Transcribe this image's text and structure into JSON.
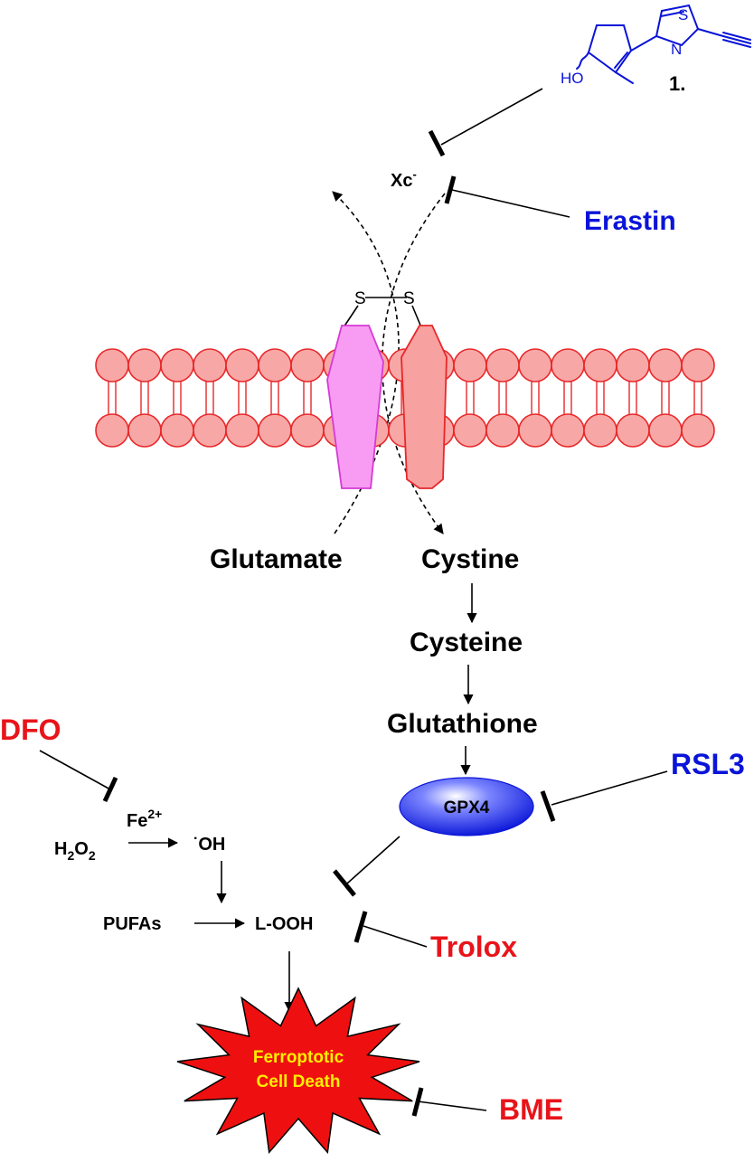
{
  "colors": {
    "black": "#000000",
    "blue": "#0a14d8",
    "red": "#e8141a",
    "membrane": "#e8282a",
    "membrane_fill": "#f7a8a6",
    "magenta_fill": "#f79cf2",
    "magenta_stroke": "#d63ad6",
    "star_fill": "#ee1010",
    "star_text": "#ffee00"
  },
  "molecule": {
    "atom_s": "S",
    "atom_n": "N",
    "atom_ho": "HO",
    "number": "1."
  },
  "transporter": {
    "name": "Xc",
    "charge": "-",
    "bridge_left": "S",
    "bridge_right": "S"
  },
  "inhibitors": {
    "erastin": "Erastin",
    "rsl3": "RSL3",
    "dfo": "DFO",
    "trolox": "Trolox",
    "bme": "BME"
  },
  "pathway": {
    "glutamate": "Glutamate",
    "cystine": "Cystine",
    "cysteine": "Cysteine",
    "glutathione": "Glutathione",
    "gpx4": "GPX4"
  },
  "fenton": {
    "fe": "Fe",
    "fe_charge": "2+",
    "h": "H",
    "h_sub": "2",
    "o": "O",
    "o_sub": "2",
    "oh_dot": "·",
    "oh": "OH",
    "pufas": "PUFAs",
    "looh": "L-OOH"
  },
  "outcome": {
    "line1": "Ferroptotic",
    "line2": "Cell Death"
  }
}
